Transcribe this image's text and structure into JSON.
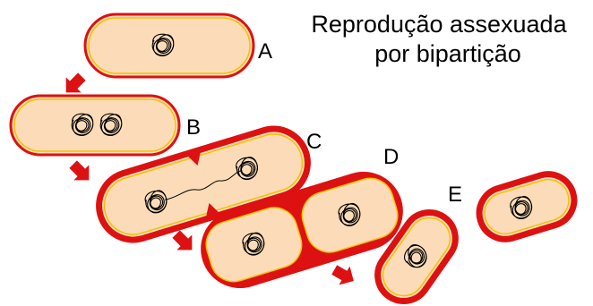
{
  "title": {
    "line1": "Reprodução assexuada",
    "line2": "por bipartição"
  },
  "stages": [
    {
      "label": "A"
    },
    {
      "label": "B"
    },
    {
      "label": "C"
    },
    {
      "label": "D"
    },
    {
      "label": "E"
    }
  ],
  "colors": {
    "cell_wall": "#dd1111",
    "membrane": "#f2c200",
    "cytoplasm": "#fcdcb8",
    "dna": "#000000",
    "arrow": "#dd1111"
  }
}
